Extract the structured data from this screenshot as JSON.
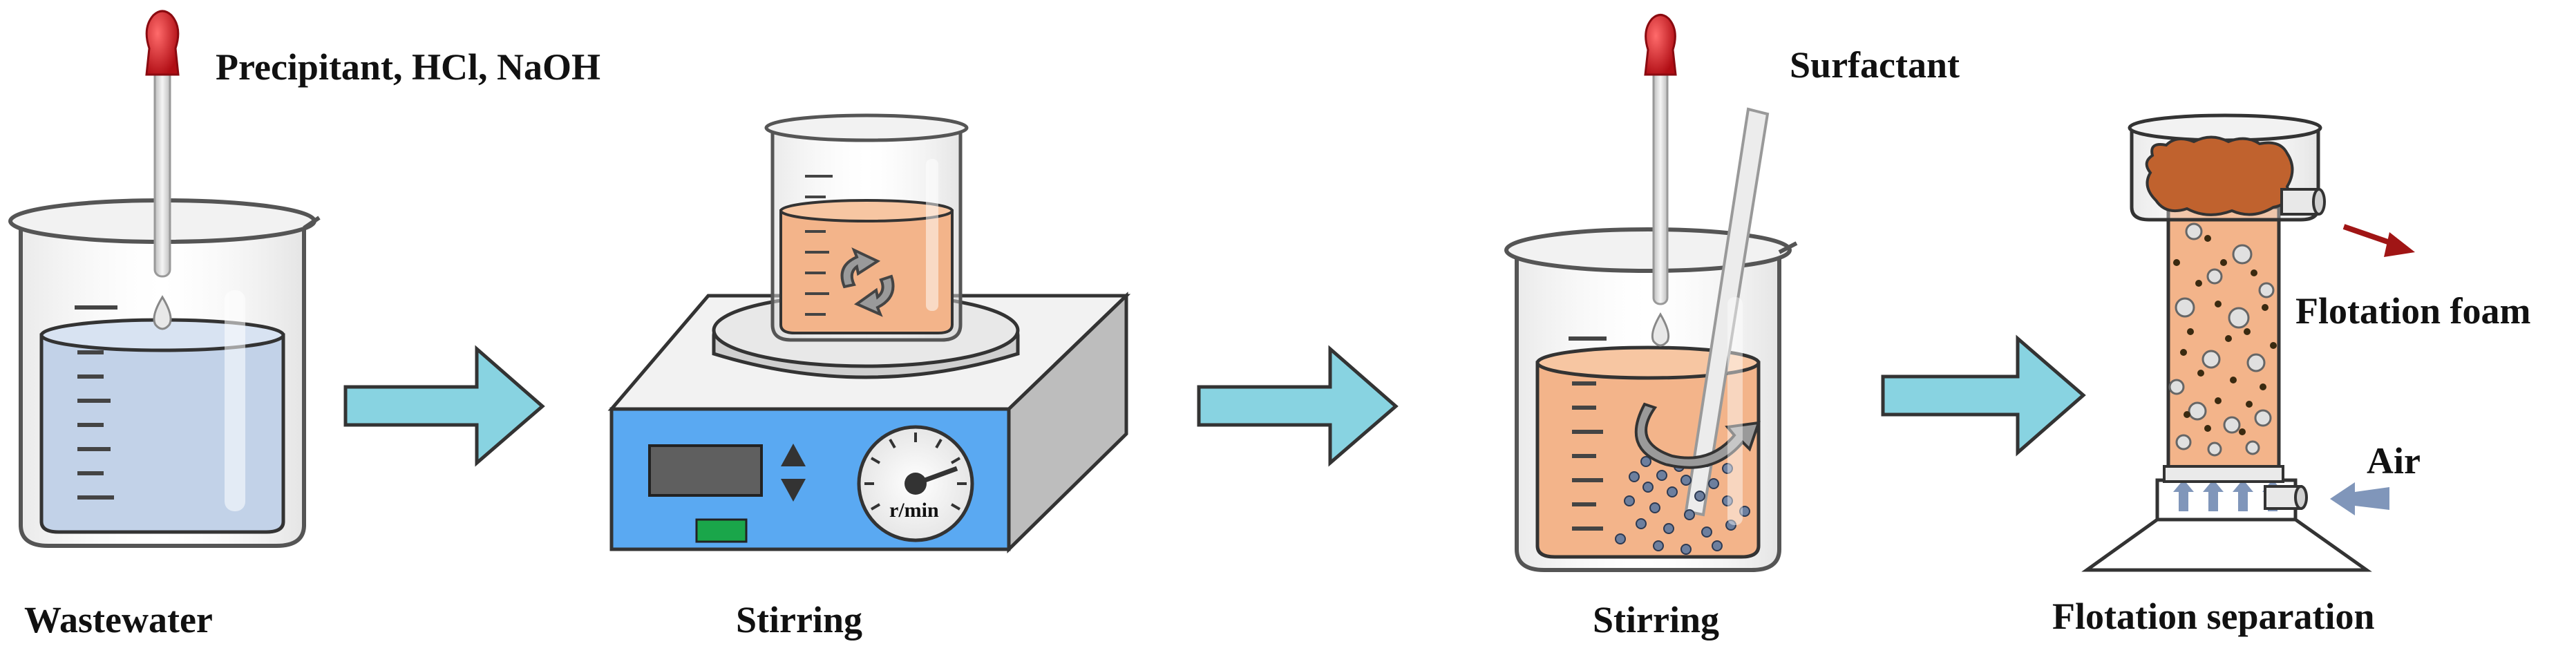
{
  "labels": {
    "top_reagents": "Precipitant, HCl, NaOH",
    "top_surfactant": "Surfactant",
    "step1": "Wastewater",
    "step2": "Stirring",
    "step3": "Stirring",
    "step4": "Flotation separation",
    "foam": "Flotation foam",
    "air": "Air",
    "dial_unit": "r/min"
  },
  "colors": {
    "arrow_fill": "#88D3E1",
    "wastewater": "#C2D2E8",
    "orange_liquid": "#F3B48A",
    "foam": "#C0622E",
    "stirrer_front": "#5AA9F2",
    "dropper_bulb": "#D3151E",
    "foam_arrow": "#A01515",
    "air_arrow": "#8096BA"
  }
}
